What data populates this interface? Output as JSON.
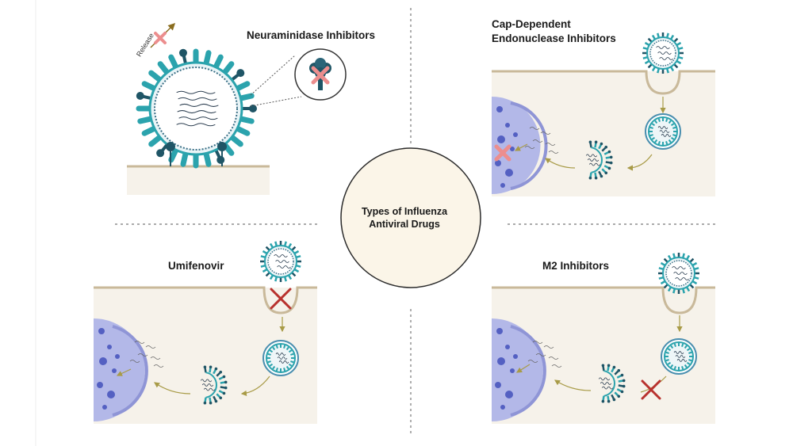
{
  "title": "Types of Influenza Antiviral Drugs",
  "title_line1": "Types of Influenza",
  "title_line2": "Antiviral Drugs",
  "panels": {
    "neuraminidase": {
      "label": "Neuraminidase Inhibitors",
      "release_label": "Release"
    },
    "cap_dependent": {
      "label_line1": "Cap-Dependent",
      "label_line2": "Endonuclease Inhibitors"
    },
    "umifenovir": {
      "label": "Umifenovir"
    },
    "m2": {
      "label": "M2 Inhibitors"
    }
  },
  "colors": {
    "teal": "#2ba3ad",
    "dark_teal": "#1f5566",
    "nucleus": "#b3b8e8",
    "nucleus_dots": "#5460c2",
    "cell_bg": "#f6f2ea",
    "membrane": "#c9b99a",
    "block_x": "#b8322e",
    "pink_x": "#ec8e8e",
    "arrow": "#a89b47"
  },
  "icons": [
    "virion-icon",
    "block-x-icon",
    "arrow-icon",
    "nucleus-icon",
    "neuraminidase-icon"
  ]
}
